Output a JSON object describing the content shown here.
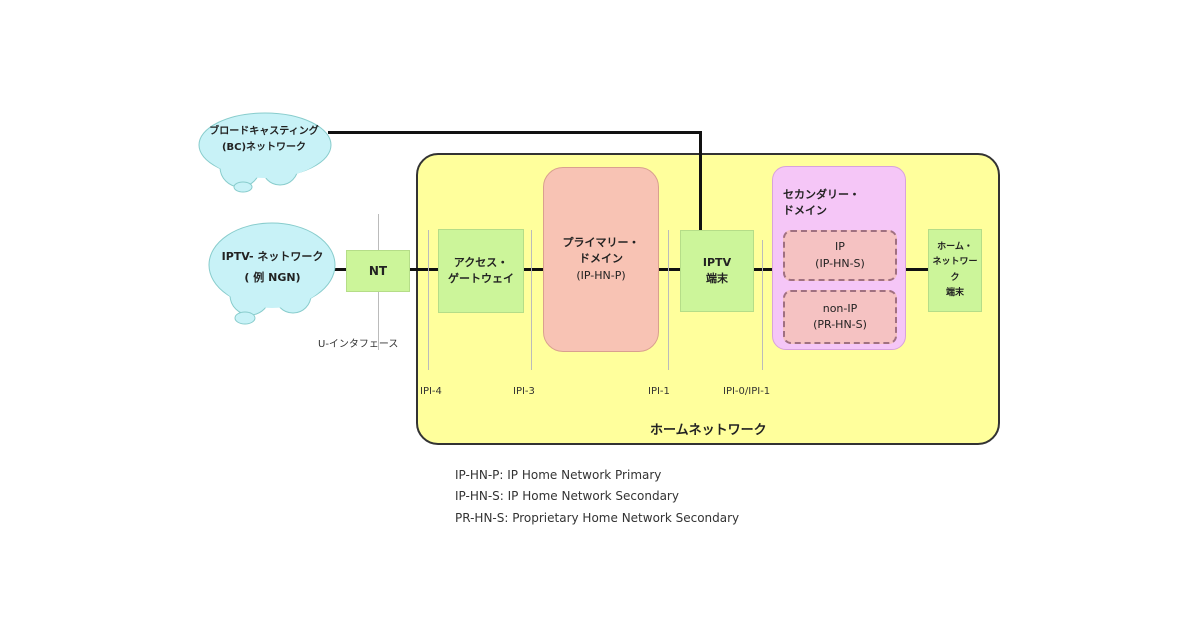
{
  "clouds": {
    "broadcast": [
      "ブロードキャスティング",
      "(BC)ネットワーク"
    ],
    "iptv": [
      "IPTV- ネットワーク",
      "( 例  NGN)"
    ]
  },
  "nodes": {
    "nt": "NT",
    "access_gateway": [
      "アクセス・",
      "ゲートウェイ"
    ],
    "primary_domain": [
      "プライマリー・",
      "ドメイン",
      "(IP-HN-P)"
    ],
    "iptv_terminal": [
      "IPTV",
      "端末"
    ],
    "secondary_domain": [
      "セカンダリー・",
      "ドメイン"
    ],
    "ip_sub": [
      "IP",
      "(IP-HN-S)"
    ],
    "nonip_sub": [
      "non-IP",
      "(PR-HN-S)"
    ],
    "home_terminal": [
      "ホーム・",
      "ネットワーク",
      "端末"
    ]
  },
  "interfaces": {
    "u": "U-インタフェース",
    "ipi4": "IPI-4",
    "ipi3": "IPI-3",
    "ipi1": "IPI-1",
    "ipi0": "IPI-0/IPI-1"
  },
  "home_network_label": "ホームネットワーク",
  "legend": [
    "IP-HN-P: IP Home Network Primary",
    "IP-HN-S: IP Home Network Secondary",
    "PR-HN-S: Proprietary Home Network Secondary"
  ]
}
